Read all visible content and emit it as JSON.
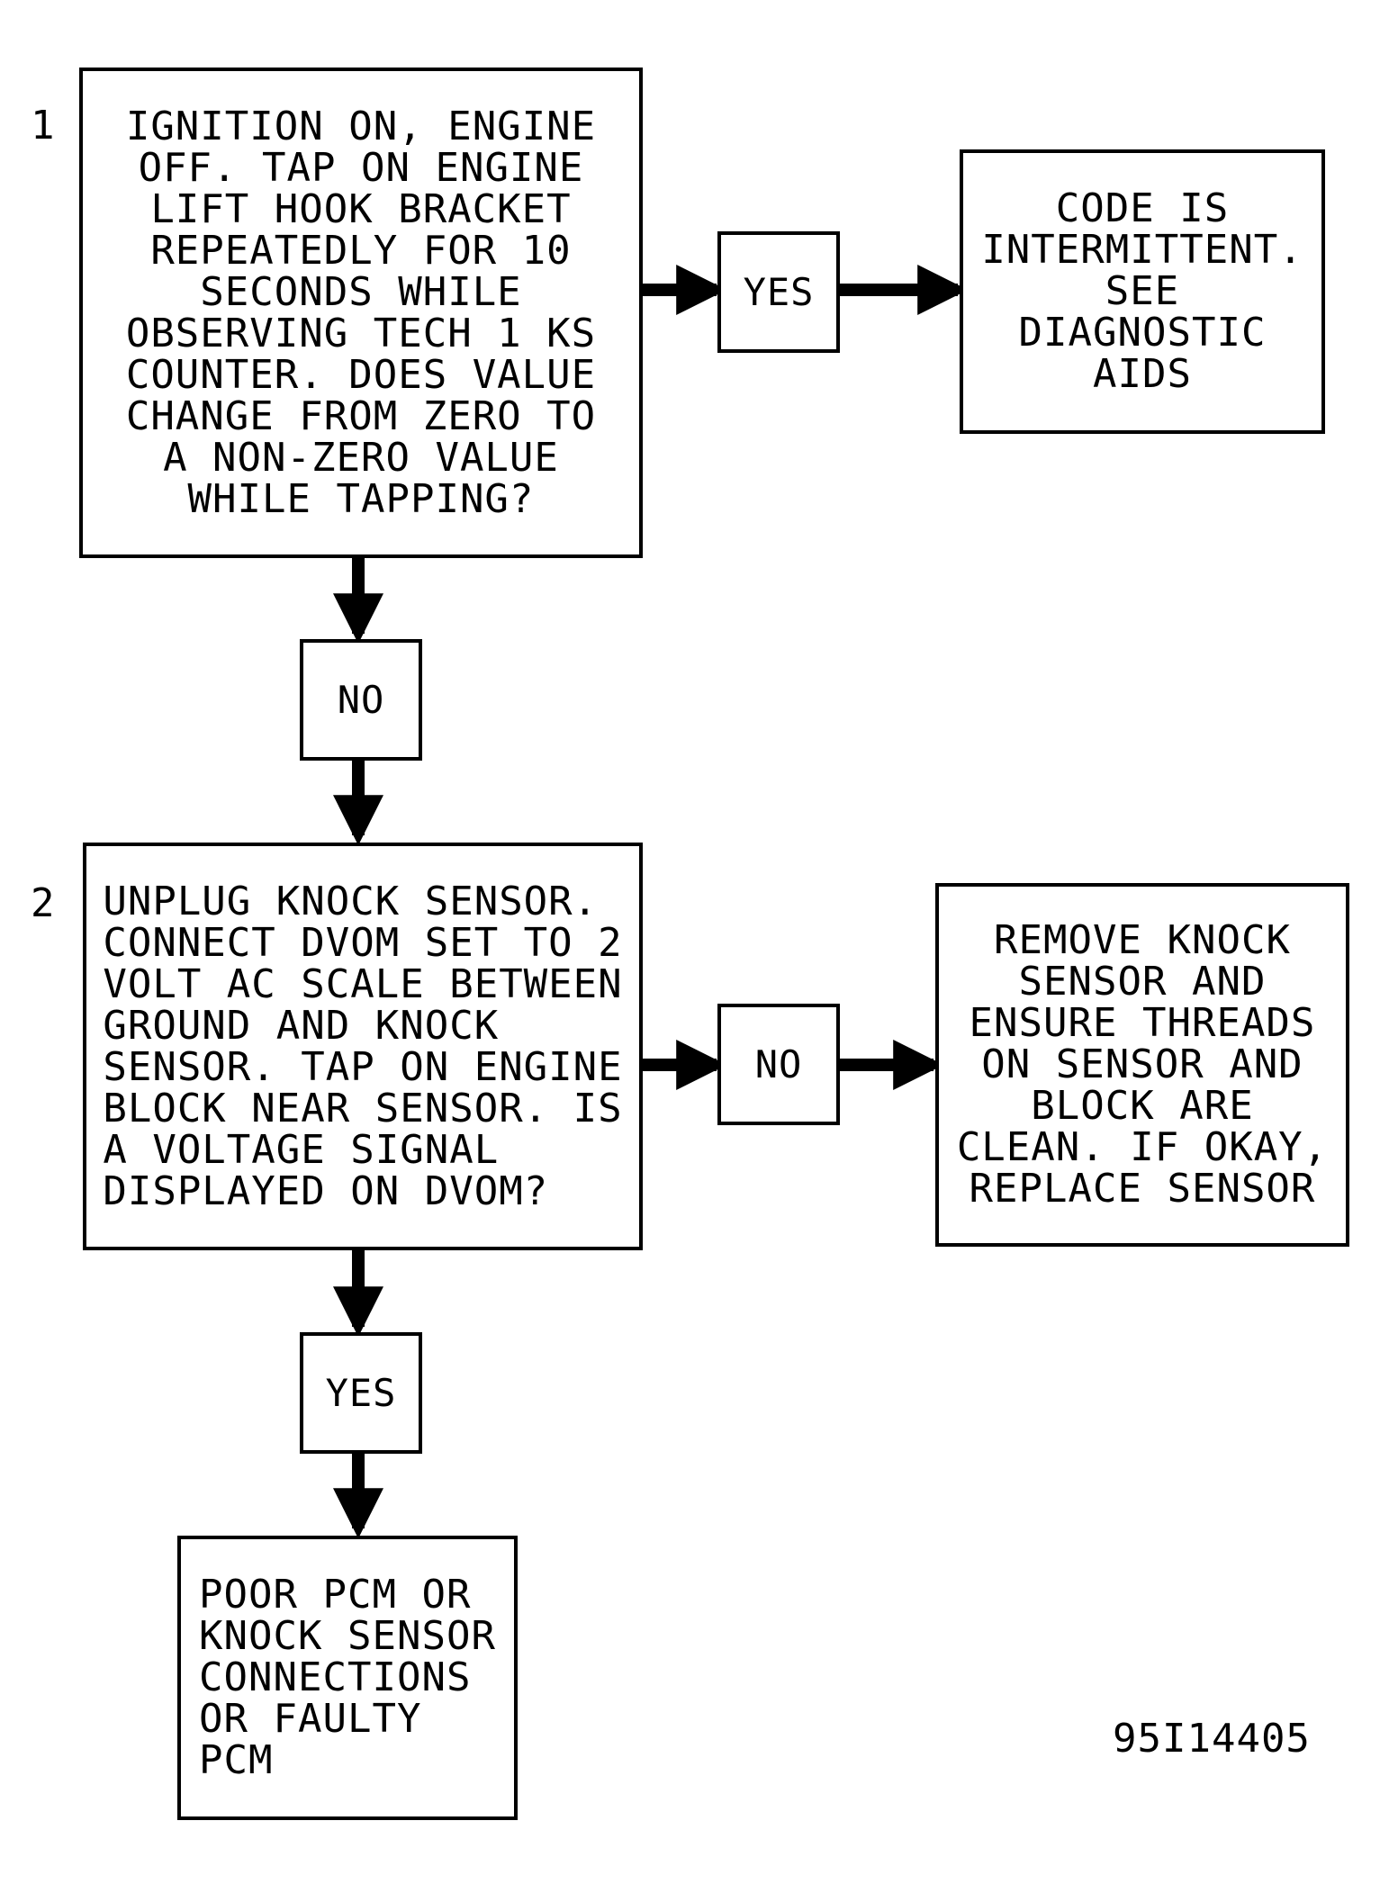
{
  "steps": {
    "step1_number": "1",
    "step2_number": "2"
  },
  "boxes": {
    "step1_question": "IGNITION ON, ENGINE\nOFF. TAP ON ENGINE\nLIFT HOOK BRACKET\nREPEATEDLY FOR 10\nSECONDS WHILE\nOBSERVING TECH 1 KS\nCOUNTER. DOES VALUE\nCHANGE FROM ZERO TO\nA NON-ZERO VALUE\nWHILE TAPPING?",
    "step1_yes_result": "CODE IS\nINTERMITTENT.\nSEE\nDIAGNOSTIC\nAIDS",
    "step2_question": "UNPLUG KNOCK SENSOR.\nCONNECT DVOM SET TO 2\nVOLT AC SCALE BETWEEN\nGROUND AND KNOCK\nSENSOR. TAP ON ENGINE\nBLOCK NEAR SENSOR. IS\nA VOLTAGE SIGNAL\nDISPLAYED ON DVOM?",
    "step2_no_result": "REMOVE KNOCK\nSENSOR AND\nENSURE THREADS\nON SENSOR AND\nBLOCK ARE\nCLEAN. IF OKAY,\nREPLACE SENSOR",
    "step2_yes_result": "POOR PCM OR\nKNOCK SENSOR\nCONNECTIONS\nOR FAULTY\nPCM"
  },
  "labels": {
    "step1_yes": "YES",
    "step1_no": "NO",
    "step2_no": "NO",
    "step2_yes": "YES"
  },
  "figure_id": "95I14405"
}
